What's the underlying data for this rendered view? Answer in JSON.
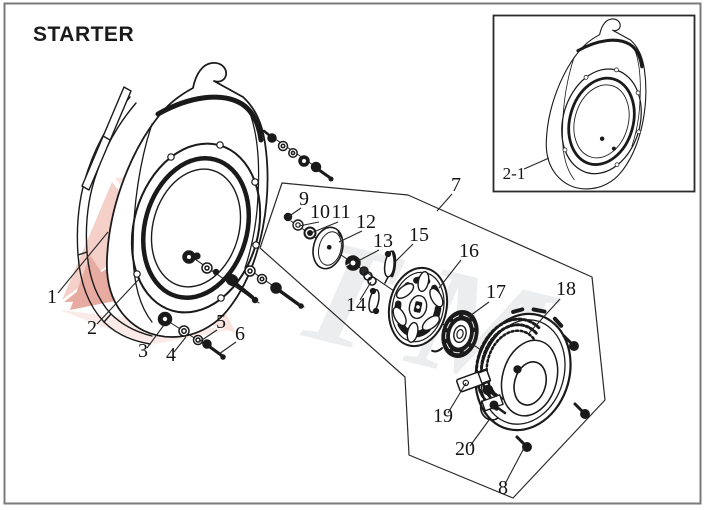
{
  "page": {
    "title": "STARTER",
    "background": "#ffffff",
    "border_color": "#7a7a7a",
    "line_color": "#1a1a1a"
  },
  "inset": {
    "label": "2-1"
  },
  "watermark": {
    "text": "TM",
    "text_color": "#8d9699",
    "logo_colors": [
      "#d05a45",
      "#eba393",
      "#f5c9c0",
      "#f7d9d3"
    ]
  },
  "labels": {
    "p1": "1",
    "p2": "2",
    "p3": "3",
    "p4": "4",
    "p5": "5",
    "p6": "6",
    "p7": "7",
    "p8": "8",
    "p9": "9",
    "p10": "10",
    "p11": "11",
    "p12": "12",
    "p13": "13",
    "p14": "14",
    "p15": "15",
    "p16": "16",
    "p17": "17",
    "p18": "18",
    "p19": "19",
    "p20": "20",
    "p2_1": "2-1"
  }
}
